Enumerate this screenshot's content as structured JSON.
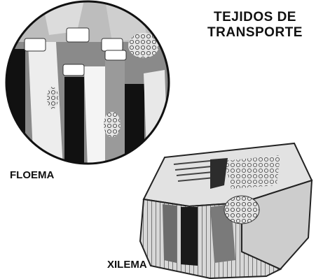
{
  "title": {
    "line1": "TEJIDOS DE",
    "line2": "TRANSPORTE"
  },
  "labels": {
    "phloem": "FLOEMA",
    "xylem": "XILEMA"
  },
  "colors": {
    "ink": "#111111",
    "background": "#ffffff",
    "light_gray": "#cfcfcf",
    "mid_gray": "#8e8e8e",
    "dark_gray": "#3a3a3a"
  }
}
